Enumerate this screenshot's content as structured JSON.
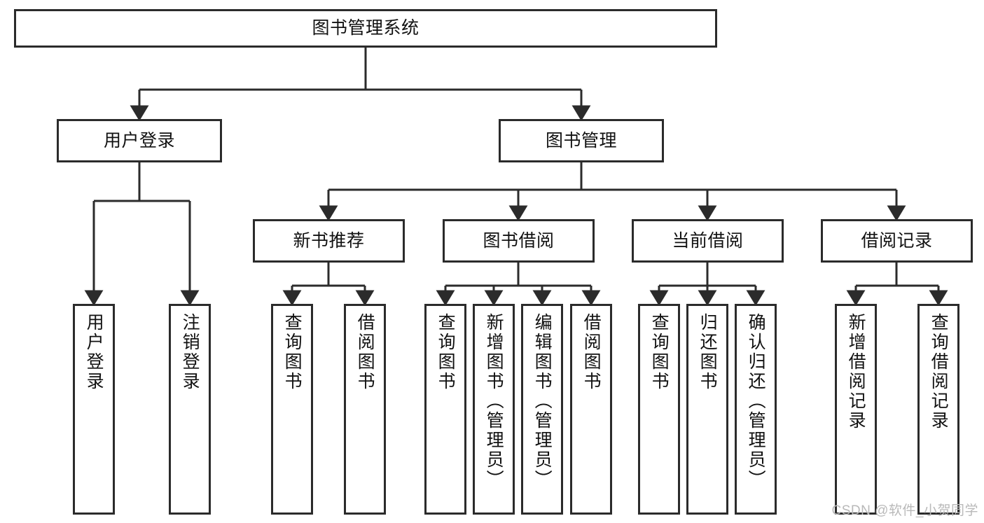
{
  "diagram": {
    "type": "tree",
    "title": "图书管理系统",
    "root": {
      "label": "图书管理系统"
    },
    "level2": [
      {
        "label": "用户登录"
      },
      {
        "label": "图书管理"
      }
    ],
    "level3": [
      {
        "label": "新书推荐"
      },
      {
        "label": "图书借阅"
      },
      {
        "label": "当前借阅"
      },
      {
        "label": "借阅记录"
      }
    ],
    "leaves": {
      "user_login": [
        {
          "label": "用户登录"
        },
        {
          "label": "注销登录"
        }
      ],
      "new_book_recommend": [
        {
          "label": "查询图书"
        },
        {
          "label": "借阅图书"
        }
      ],
      "book_borrow": [
        {
          "label": "查询图书"
        },
        {
          "label": "新增图书（管理员）"
        },
        {
          "label": "编辑图书（管理员）"
        },
        {
          "label": "借阅图书"
        }
      ],
      "current_borrow": [
        {
          "label": "查询图书"
        },
        {
          "label": "归还图书"
        },
        {
          "label": "确认归还（管理员）"
        }
      ],
      "borrow_record": [
        {
          "label": "新增借阅记录"
        },
        {
          "label": "查询借阅记录"
        }
      ]
    }
  },
  "watermark": {
    "text": "CSDN @软件_小贺同学"
  },
  "colors": {
    "stroke": "#2b2b2b",
    "fill": "#ffffff",
    "text": "#111111",
    "watermark": "#b9b9b9"
  }
}
